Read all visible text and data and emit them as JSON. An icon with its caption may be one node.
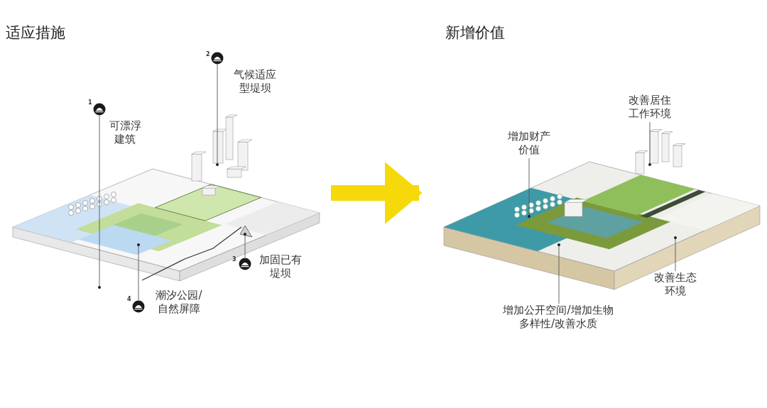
{
  "diagram": {
    "nodes": [
      {
        "text": [],
        "shape": "picture"
      },
      {
        "text": [],
        "shape": "picture"
      },
      {
        "text": [
          "可漂浮建筑"
        ],
        "beside": [
          "1"
        ]
      },
      {
        "text": [
          "气候适应型堤坝"
        ],
        "beside": [
          "2"
        ]
      },
      {
        "text": [
          "加固已有堤坝"
        ],
        "beside": [
          "3"
        ]
      },
      {
        "text": [
          "潮汐公园/自然屏障"
        ],
        "beside": [
          "4"
        ]
      },
      {
        "text": [
          "改善居住工作环境"
        ]
      },
      {
        "text": [
          "增加财产价值"
        ]
      },
      {
        "text": [
          "改善生态环境"
        ]
      },
      {
        "text": [
          "增加公开空间/增加生物多样性/改善水质"
        ]
      }
    ],
    "edges": [
      {
        "from": 0,
        "to": 1,
        "arrow": "to",
        "style": "thick",
        "color": "#f5d90a"
      },
      {
        "from": 2,
        "to": 0,
        "arrow": "other"
      },
      {
        "from": 3,
        "to": 0,
        "arrow": "other"
      },
      {
        "from": 4,
        "to": 0,
        "arrow": "other"
      },
      {
        "from": 5,
        "to": 0,
        "arrow": "other"
      },
      {
        "from": 6,
        "to": 1,
        "arrow": "other"
      },
      {
        "from": 7,
        "to": 1,
        "arrow": "other"
      },
      {
        "from": 8,
        "to": 1,
        "arrow": "other"
      },
      {
        "from": 9,
        "to": 1,
        "arrow": "other"
      }
    ],
    "labels": [
      "适应措施",
      "新增价值"
    ]
  }
}
